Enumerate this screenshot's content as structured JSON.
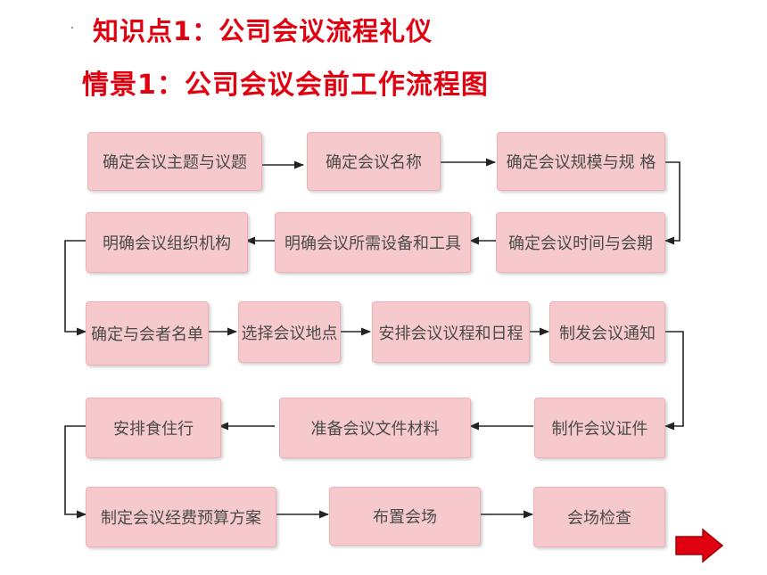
{
  "heading": "知识点1：公司会议流程礼仪",
  "subheading": "情景1：公司会议会前工作流程图",
  "steps": [
    "确定会议主题与议题",
    "确定会议名称",
    "确定会议规模与规 格",
    "确定会议时间与会期",
    "明确会议所需设备和工具",
    "明确会议组织机构",
    "确定与会者名单",
    "选择会议地点",
    "安排会议议程和日程",
    "制发会议通知",
    "制作会议证件",
    "准备会议文件材料",
    "安排食住行",
    "制定会议经费预算方案",
    "布置会场",
    "会场检查"
  ],
  "colors": {
    "title": "#e0000f",
    "box_fill": "#f6c9cc",
    "box_text": "#4a4a4a",
    "arrow": "#222222",
    "next_arrow": "#e0000f"
  },
  "icons": {
    "next": "right-arrow-icon"
  }
}
